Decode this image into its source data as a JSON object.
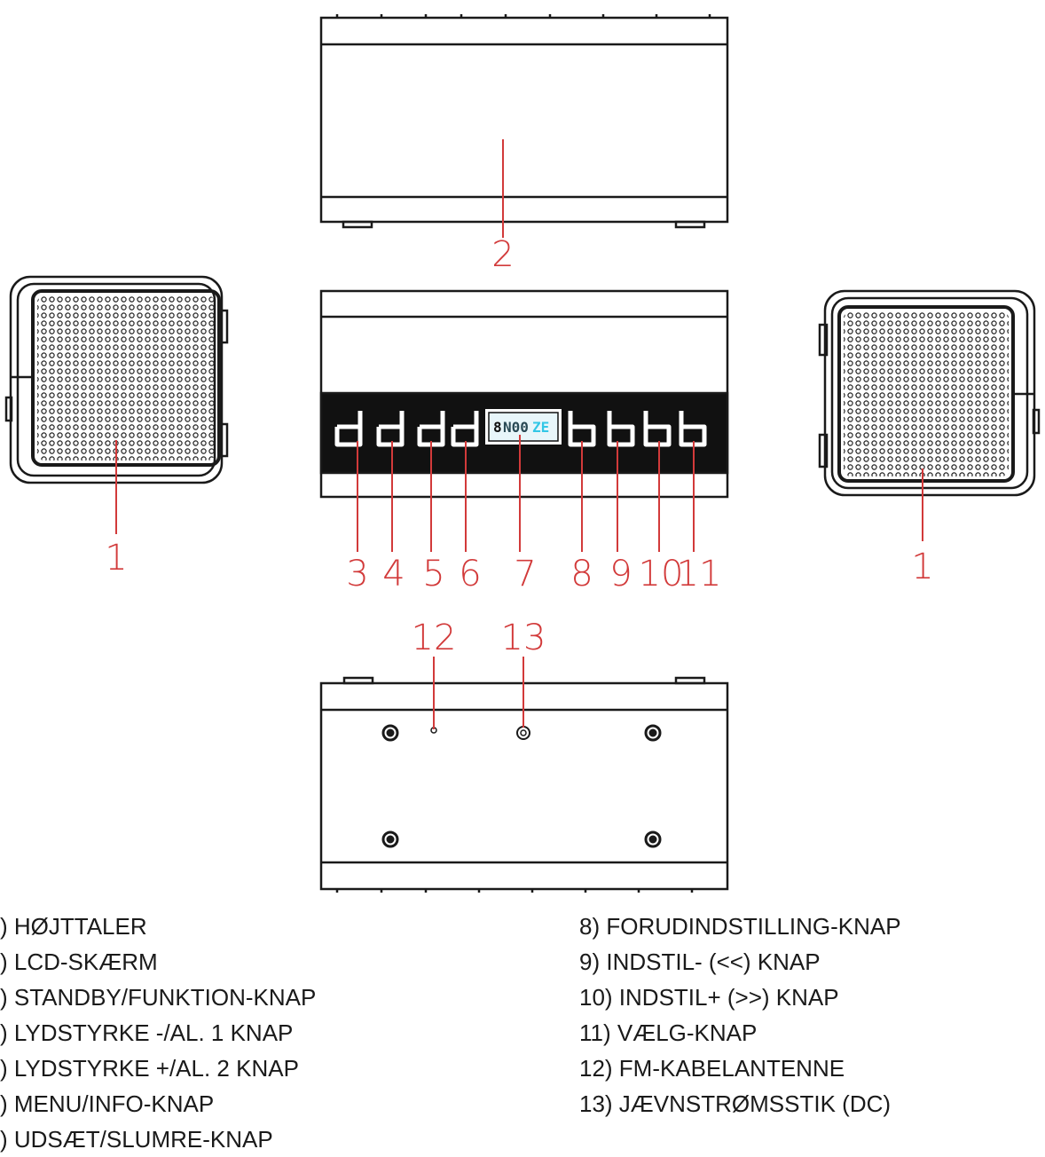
{
  "callouts": {
    "c1_left": "1",
    "c1_right": "1",
    "c2": "2",
    "c3": "3",
    "c4": "4",
    "c5": "5",
    "c6": "6",
    "c7": "7",
    "c8": "8",
    "c9": "9",
    "c10": "10",
    "c11": "11",
    "c12": "12",
    "c13": "13"
  },
  "lcd": {
    "text_dark": "8",
    "text_mid": "N00",
    "text_light": "ZE"
  },
  "legend_left": [
    ") HØJTTALER",
    ") LCD-SKÆRM",
    ") STANDBY/FUNKTION-KNAP",
    ") LYDSTYRKE -/AL. 1 KNAP",
    ") LYDSTYRKE +/AL. 2 KNAP",
    ") MENU/INFO-KNAP",
    ") UDSÆT/SLUMRE-KNAP"
  ],
  "legend_right": [
    "8)  FORUDINDSTILLING-KNAP",
    "9)  INDSTIL- (<<) KNAP",
    "10) INDSTIL+ (>>) KNAP",
    "11) VÆLG-KNAP",
    "12) FM-KABELANTENNE",
    "13) JÆVNSTRØMSSTIK (DC)"
  ],
  "colors": {
    "callout": "#d23a3a",
    "line": "#1a1a1a",
    "lcd_accent": "#33c7e6"
  }
}
